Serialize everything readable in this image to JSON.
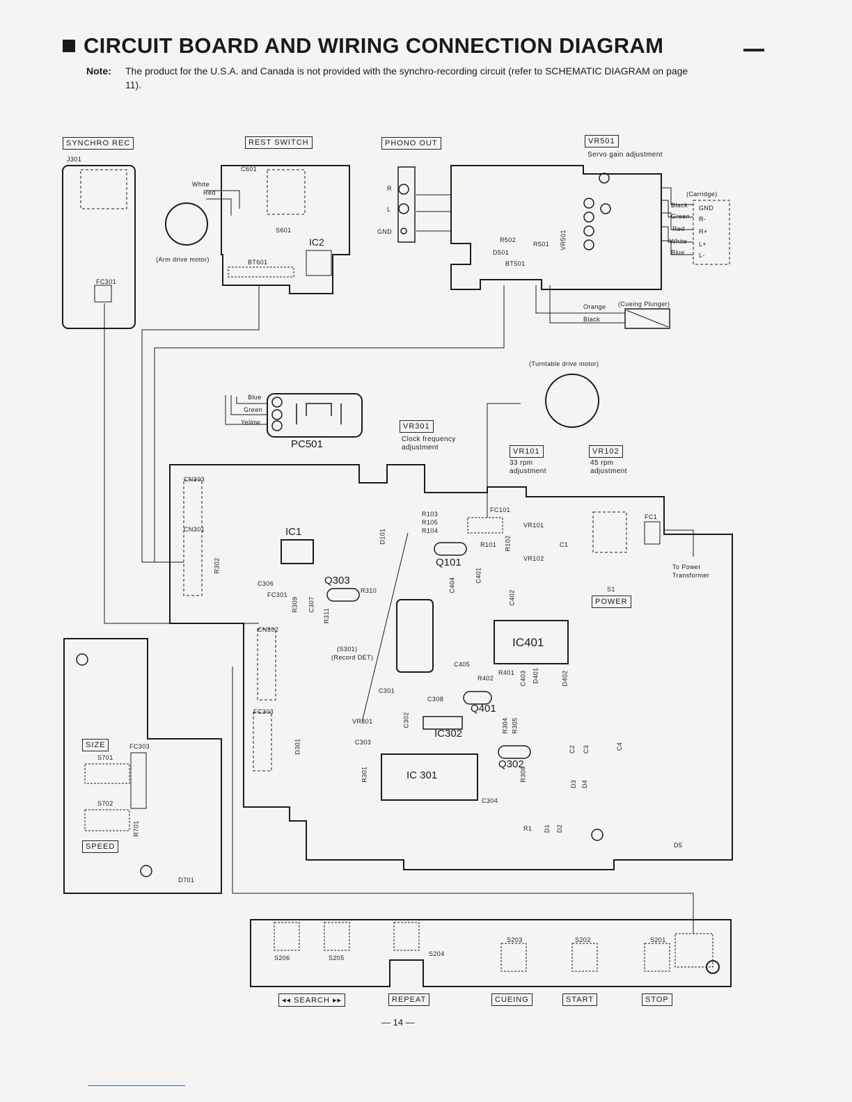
{
  "header": {
    "title": "CIRCUIT BOARD AND WIRING CONNECTION DIAGRAM",
    "note_label": "Note:",
    "note_text": "The product for the U.S.A. and Canada is not provided with the synchro-recording circuit (refer to SCHEMATIC DIAGRAM on page 11)."
  },
  "section_labels": {
    "synchro_rec": "SYNCHRO REC",
    "rest_switch": "REST SWITCH",
    "phono_out": "PHONO OUT",
    "vr501": "VR501",
    "vr301": "VR301",
    "vr101": "VR101",
    "vr102": "VR102",
    "size": "SIZE",
    "speed": "SPEED",
    "power": "POWER"
  },
  "annotations": {
    "vr501_desc": "Servo gain adjustment",
    "vr301_desc_1": "Clock frequency",
    "vr301_desc_2": "adjustment",
    "vr101_desc_1": "33 rpm",
    "vr101_desc_2": "adjustment",
    "vr102_desc_1": "45 rpm",
    "vr102_desc_2": "adjustment",
    "arm_motor": "(Arm drive motor)",
    "turntable_motor": "(Turntable drive motor)",
    "cartridge": "(Carridge)",
    "cueing_plunger": "(Cueing Plunger)",
    "to_power_1": "To Power",
    "to_power_2": "Transformer",
    "record_det_1": "(S301)",
    "record_det_2": "(Record DET)"
  },
  "wires": {
    "white": "White",
    "red": "Red",
    "black": "Black",
    "green": "Green",
    "blue": "Blue",
    "orange": "Orange",
    "yellow": "Yellow"
  },
  "phono_pins": [
    "R",
    "L",
    "GND"
  ],
  "cartridge_pins": [
    "GND",
    "R-",
    "R+",
    "L+",
    "L-"
  ],
  "components": {
    "j301": "J301",
    "fc301": "FC301",
    "c601": "C601",
    "s601": "S601",
    "ic2": "IC2",
    "bt601": "BT601",
    "r502": "R502",
    "r501": "R501",
    "d501": "D501",
    "bt501": "BT501",
    "vr501_pcb": "VR501",
    "pc501": "PC501",
    "cn303": "CN303",
    "cn301": "CN301",
    "cn302": "CN302",
    "fc303": "FC303",
    "fc303b": "FC303",
    "ic1": "IC1",
    "r302": "R302",
    "c306": "C306",
    "fc301b": "FC301",
    "r309": "R309",
    "c307": "C307",
    "r311": "R311",
    "q303": "Q303",
    "r310": "R310",
    "d101": "D101",
    "r103": "R103",
    "r105": "R105",
    "r104": "R104",
    "q101": "Q101",
    "fc101": "FC101",
    "r101": "R101",
    "r102": "R102",
    "vr101_pcb": "VR101",
    "vr102_pcb": "VR102",
    "c1": "C1",
    "c404": "C404",
    "c401": "C401",
    "c402": "C402",
    "ic401": "IC401",
    "fc1": "FC1",
    "s1": "S1",
    "c405": "C405",
    "r401": "R401",
    "r402": "R402",
    "c403": "C403",
    "d401": "D401",
    "d402": "D402",
    "c301": "C301",
    "c308": "C308",
    "q401": "Q401",
    "vr301_pcb": "VR301",
    "c302": "C302",
    "ic302": "IC302",
    "r304": "R304",
    "r305": "R305",
    "c303": "C303",
    "d301": "D301",
    "r301": "R301",
    "ic301": "IC 301",
    "q302": "Q302",
    "r306": "R306",
    "c304": "C304",
    "c2": "C2",
    "c3": "C3",
    "c4": "C4",
    "d3": "D3",
    "d4": "D4",
    "r1": "R1",
    "d1": "D1",
    "d2": "D2",
    "d5": "D5",
    "s701": "S701",
    "s702": "S702",
    "r701": "R701",
    "d701": "D701",
    "s206": "S206",
    "s205": "S205",
    "s204": "S204",
    "s203": "S203",
    "s202": "S202",
    "s201": "S201"
  },
  "buttons": {
    "search": "◂◂ SEARCH ▸▸",
    "repeat": "REPEAT",
    "cueing": "CUEING",
    "start": "START",
    "stop": "STOP"
  },
  "page_number": "— 14 —"
}
